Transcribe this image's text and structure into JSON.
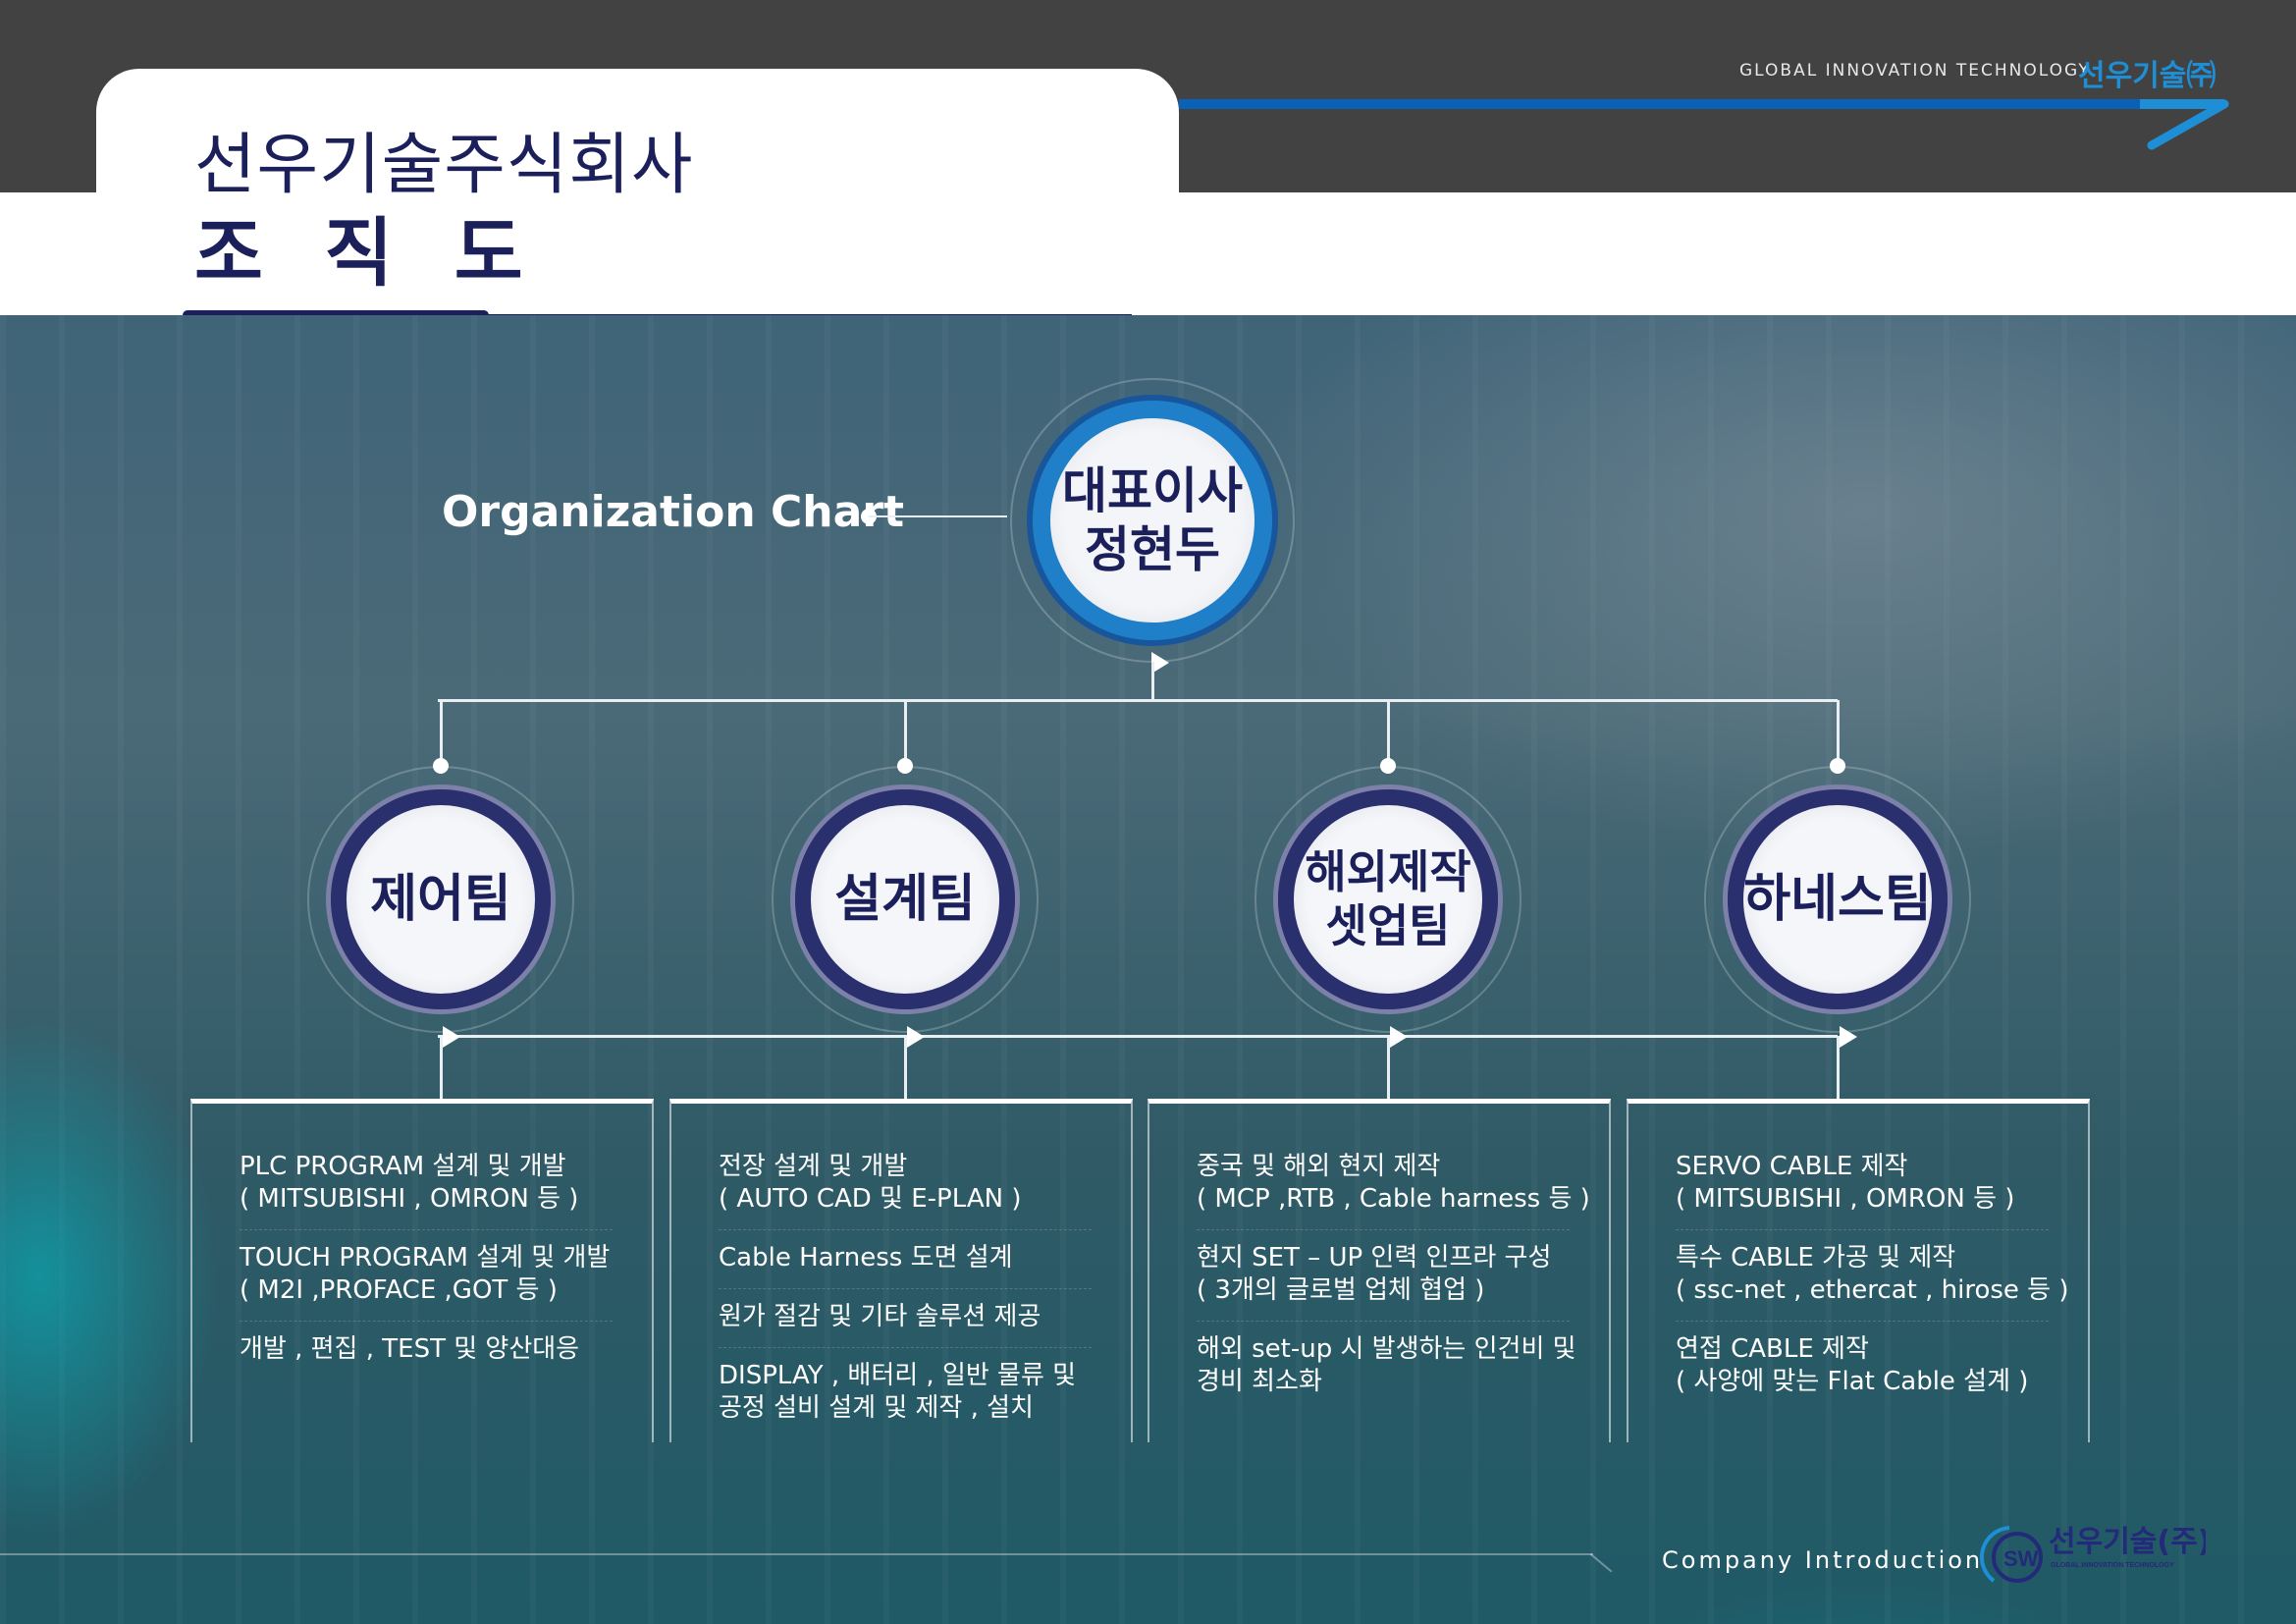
{
  "header": {
    "tagline": "GLOBAL INNOVATION TECHNOLOGY",
    "brand": "선우기술㈜",
    "company_name": "선우기술주식회사",
    "page_title": "조 직 도",
    "accent_color": "#1e8fd6",
    "navy_color": "#1b1f5a"
  },
  "chart": {
    "label": "Organization Chart",
    "ceo": {
      "title": "대표이사",
      "name": "정현두"
    },
    "teams": [
      {
        "name_lines": [
          "제어팀"
        ],
        "items": [
          [
            "PLC PROGRAM 설계 및 개발",
            "( MITSUBISHI , OMRON 등 )"
          ],
          [
            "TOUCH PROGRAM 설계 및 개발",
            "( M2I ,PROFACE ,GOT 등 )"
          ],
          [
            "개발 , 편집 , TEST 및 양산대응"
          ]
        ]
      },
      {
        "name_lines": [
          "설계팀"
        ],
        "items": [
          [
            "전장 설계 및 개발",
            "( AUTO CAD 및 E-PLAN )"
          ],
          [
            "Cable Harness 도면 설계"
          ],
          [
            "원가 절감 및 기타 솔루션 제공"
          ],
          [
            "DISPLAY , 배터리 , 일반 물류 및",
            "공정 설비 설계 및 제작 , 설치"
          ]
        ]
      },
      {
        "name_lines": [
          "해외제작",
          "셋업팀"
        ],
        "items": [
          [
            "중국 및 해외 현지 제작",
            "( MCP ,RTB , Cable harness 등 )"
          ],
          [
            "현지 SET – UP 인력 인프라 구성",
            "( 3개의 글로벌 업체 협업 )"
          ],
          [
            "해외 set-up 시 발생하는 인건비 및",
            "경비 최소화"
          ]
        ]
      },
      {
        "name_lines": [
          "하네스팀"
        ],
        "items": [
          [
            "SERVO CABLE 제작",
            "( MITSUBISHI , OMRON 등 )"
          ],
          [
            "특수 CABLE 가공 및 제작",
            "( ssc-net , ethercat , hirose 등 )"
          ],
          [
            "연접 CABLE 제작",
            "( 사양에 맞는 Flat Cable 설계 )"
          ]
        ]
      }
    ]
  },
  "footer": {
    "label": "Company Introduction",
    "logo_text": "선우기술(주)",
    "logo_mark": "SW",
    "logo_sub": "GLOBAL INNOVATION TECHNOLOGY"
  }
}
